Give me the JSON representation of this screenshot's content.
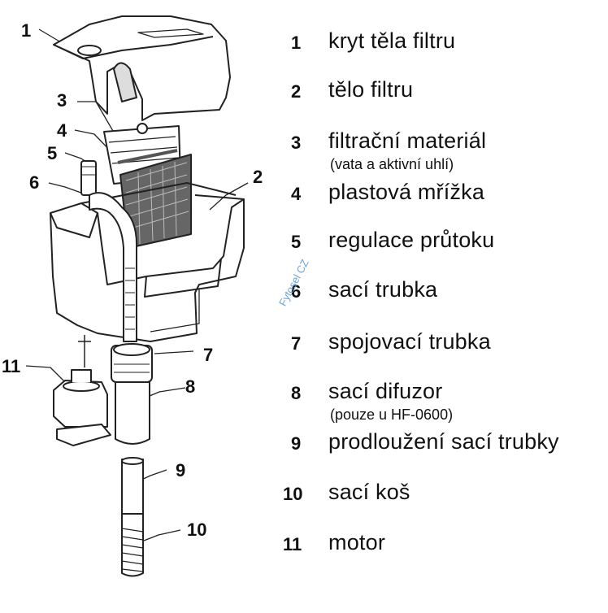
{
  "callouts": [
    "1",
    "2",
    "3",
    "4",
    "5",
    "6",
    "7",
    "8",
    "9",
    "10",
    "11"
  ],
  "legend": [
    {
      "num": "1",
      "label": "kryt těla filtru"
    },
    {
      "num": "2",
      "label": "tělo filtru"
    },
    {
      "num": "3",
      "label": "filtrační materiál",
      "sub": "(vata a aktivní uhlí)"
    },
    {
      "num": "4",
      "label": "plastová mřížka"
    },
    {
      "num": "5",
      "label": "regulace průtoku"
    },
    {
      "num": "6",
      "label": "sací trubka"
    },
    {
      "num": "7",
      "label": "spojovací trubka"
    },
    {
      "num": "8",
      "label": "sací difuzor",
      "sub": "(pouze u HF-0600)"
    },
    {
      "num": "9",
      "label": "prodloužení sací trubky"
    },
    {
      "num": "10",
      "label": "sací koš"
    },
    {
      "num": "11",
      "label": "motor"
    }
  ],
  "watermark": "Fytosel CZ"
}
